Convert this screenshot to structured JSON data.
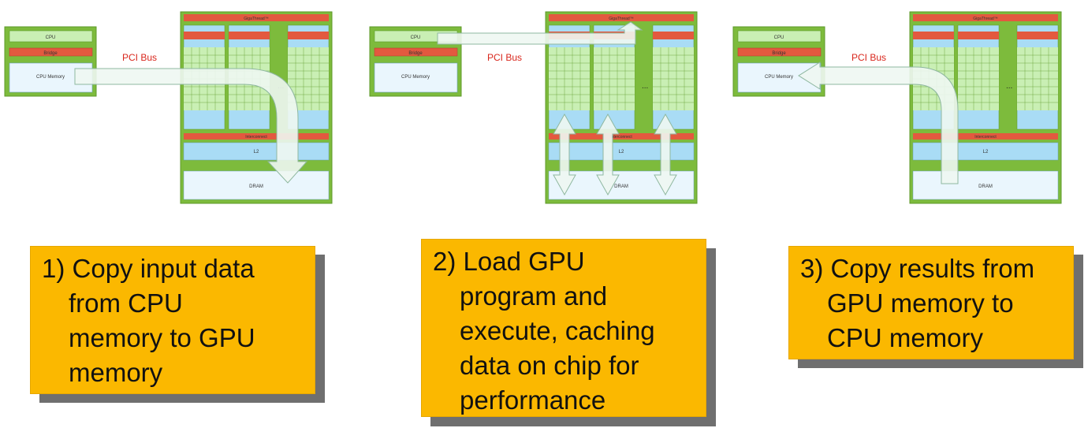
{
  "colors": {
    "board_green": "#7dbb3c",
    "board_border": "#5e9a2a",
    "red_bar": "#e3593f",
    "light_blue": "#a9dcf5",
    "light_green": "#c9efb4",
    "caption_bg": "#fbb800",
    "caption_shadow": "#6f6f6f",
    "arrow_fill": "#eef7f2",
    "pci_text": "#d9261c"
  },
  "labels": {
    "cpu": "CPU",
    "bridge": "Bridge",
    "cpu_memory": "CPU Memory",
    "pci_bus": "PCI Bus",
    "gigathread": "GigaThread™",
    "interconnect": "Interconnect",
    "l2": "L2",
    "dram": "DRAM",
    "ellipsis": "..."
  },
  "steps": [
    {
      "caption_lines": [
        "1) Copy input data",
        "from CPU",
        "memory to GPU",
        "memory"
      ]
    },
    {
      "caption_lines": [
        "2) Load GPU",
        "program and",
        "execute, caching",
        "data on chip for",
        "performance"
      ]
    },
    {
      "caption_lines": [
        "3) Copy results from",
        "GPU memory to",
        "CPU memory"
      ]
    }
  ]
}
